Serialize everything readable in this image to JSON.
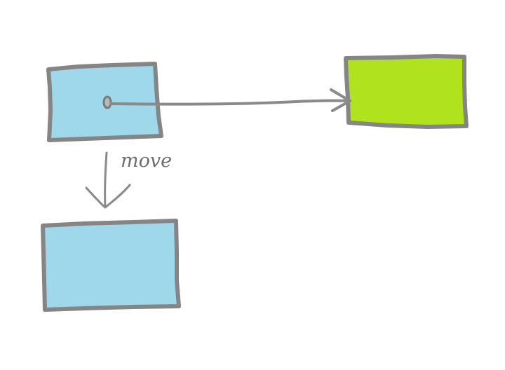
{
  "diagram": {
    "arrow_label": "move",
    "colors": {
      "source_box": "#9ed8ea",
      "moved_box": "#9ed8ea",
      "target_box": "#b1e21e",
      "outline": "#858585",
      "arrow": "#8a8a8a",
      "label": "#6e6e6e"
    },
    "nodes": [
      {
        "id": "source-box",
        "fill_key": "source_box"
      },
      {
        "id": "target-box",
        "fill_key": "target_box"
      },
      {
        "id": "moved-box",
        "fill_key": "moved_box"
      }
    ],
    "edges": [
      {
        "from": "source-box",
        "to": "target-box",
        "kind": "pointer"
      },
      {
        "from": "source-box",
        "to": "moved-box",
        "kind": "move",
        "label_key": "arrow_label"
      }
    ]
  }
}
